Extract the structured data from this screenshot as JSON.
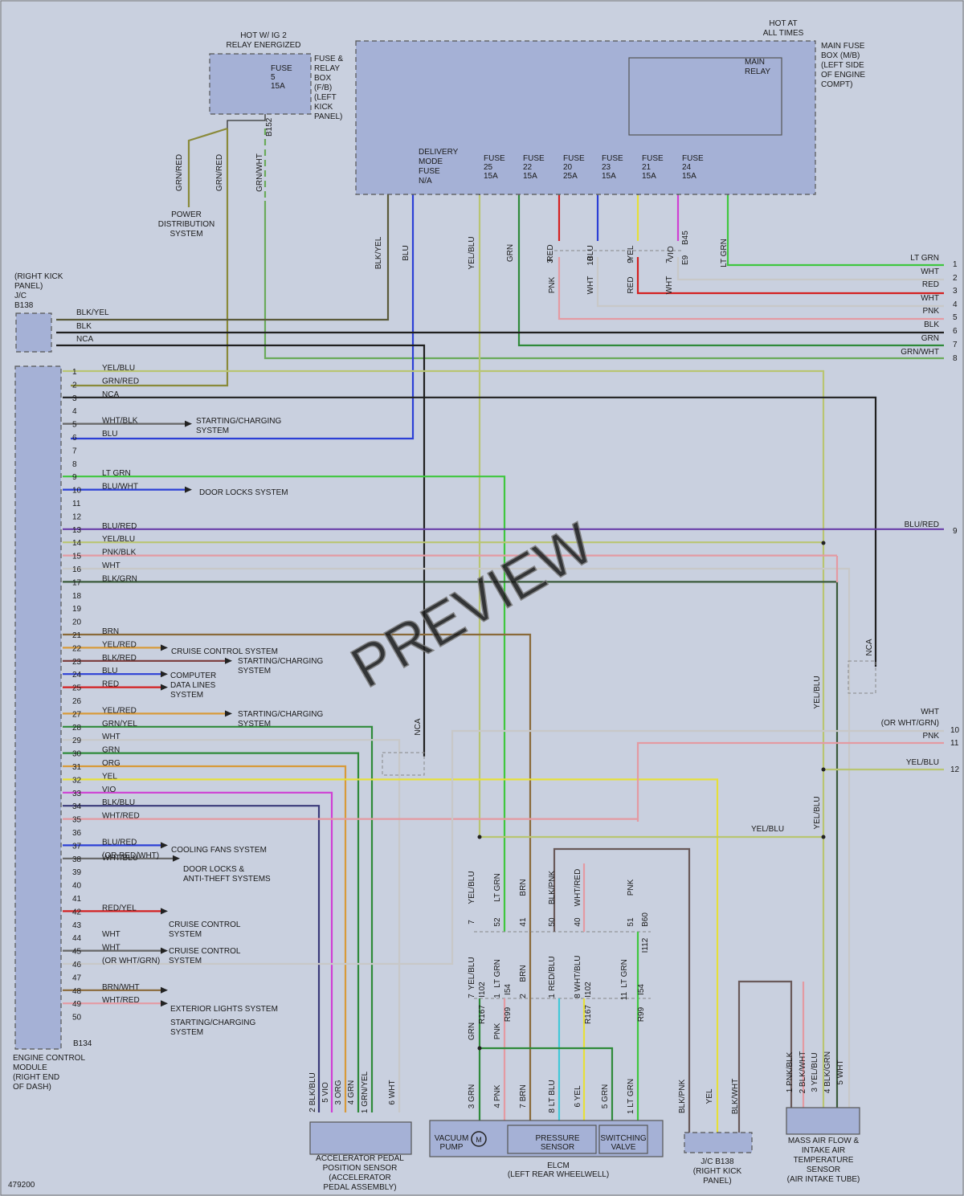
{
  "colors": {
    "LTGRN": "#3fc73f",
    "WHT": "#c8c8c8",
    "RED": "#d42020",
    "PNK": "#e49aa2",
    "BLK": "#202020",
    "GRN": "#2f8a3a",
    "GRNWHT": "#6aaa5a",
    "BLU": "#2c3fd6",
    "YEL": "#e6df3a",
    "YELBLU": "#b9c572",
    "VIO": "#cf3fd4",
    "BLUred": "#6a3fa9",
    "BRN": "#8a6a3a",
    "ORG": "#d89a3a",
    "GRNRED": "#8a8a3a",
    "BLKYEL": "#5a5a3a",
    "BLKRED": "#7a3a3a",
    "BLKBLU": "#3a3a7a",
    "CYAN": "#40c8d8",
    "REDBLU": "#8a3a8a",
    "BLKPNK": "#6a5a5a",
    "BLKGRN": "#3a5a3a"
  },
  "labels": {
    "hot_ig2": "HOT W/ IG 2",
    "relay_energized": "RELAY ENERGIZED",
    "hot_at": "HOT AT",
    "all_times": "ALL TIMES",
    "fb_lines": [
      "FUSE &",
      "RELAY",
      "BOX",
      "(F/B)",
      "(LEFT",
      "KICK",
      "PANEL)"
    ],
    "fuse5": [
      "FUSE",
      "5",
      "15A"
    ],
    "mb_lines": [
      "MAIN FUSE",
      "BOX (M/B)",
      "(LEFT SIDE",
      "OF ENGINE",
      "COMPT)"
    ],
    "main_relay": [
      "MAIN",
      "RELAY"
    ],
    "delivery": [
      "DELIVERY",
      "MODE",
      "FUSE",
      "N/A"
    ],
    "fuses": [
      [
        "FUSE",
        "25",
        "15A"
      ],
      [
        "FUSE",
        "22",
        "15A"
      ],
      [
        "FUSE",
        "20",
        "25A"
      ],
      [
        "FUSE",
        "23",
        "15A"
      ],
      [
        "FUSE",
        "21",
        "15A"
      ],
      [
        "FUSE",
        "24",
        "15A"
      ]
    ],
    "power_dist": [
      "POWER",
      "DISTRIBUTION",
      "SYSTEM"
    ],
    "jc_left": [
      "(RIGHT KICK",
      "PANEL)",
      "J/C",
      "B138"
    ],
    "jc_wires": [
      "BLK/YEL",
      "BLK",
      "NCA"
    ],
    "ecm": [
      "ENGINE CONTROL",
      "MODULE",
      "(RIGHT END",
      "OF DASH)"
    ],
    "b134": "B134",
    "e9": "E9",
    "b45": "B45",
    "b152": "B152",
    "right_pins": [
      [
        "LT GRN",
        "1"
      ],
      [
        "WHT",
        "2"
      ],
      [
        "RED",
        "3"
      ],
      [
        "WHT",
        "4"
      ],
      [
        "PNK",
        "5"
      ],
      [
        "BLK",
        "6"
      ],
      [
        "GRN",
        "7"
      ],
      [
        "GRN/WHT",
        "8"
      ]
    ],
    "blured9": [
      "BLU/RED",
      "9"
    ],
    "wht10": [
      "WHT",
      "(OR WHT/GRN)",
      "10"
    ],
    "pnk11": [
      "PNK",
      "11"
    ],
    "yelblu12": [
      "YEL/BLU",
      "12"
    ],
    "yelblu_mid": "YEL/BLU",
    "pins": [
      {
        "n": "1",
        "w": "YEL/BLU"
      },
      {
        "n": "2",
        "w": "GRN/RED"
      },
      {
        "n": "3",
        "w": "NCA"
      },
      {
        "n": "4",
        "w": ""
      },
      {
        "n": "5",
        "w": "WHT/BLK"
      },
      {
        "n": "6",
        "w": "BLU"
      },
      {
        "n": "7",
        "w": ""
      },
      {
        "n": "8",
        "w": ""
      },
      {
        "n": "9",
        "w": "LT GRN"
      },
      {
        "n": "10",
        "w": "BLU/WHT"
      },
      {
        "n": "11",
        "w": ""
      },
      {
        "n": "12",
        "w": ""
      },
      {
        "n": "13",
        "w": "BLU/RED"
      },
      {
        "n": "14",
        "w": "YEL/BLU"
      },
      {
        "n": "15",
        "w": "PNK/BLK"
      },
      {
        "n": "16",
        "w": "WHT"
      },
      {
        "n": "17",
        "w": "BLK/GRN"
      },
      {
        "n": "18",
        "w": ""
      },
      {
        "n": "19",
        "w": ""
      },
      {
        "n": "20",
        "w": ""
      },
      {
        "n": "21",
        "w": "BRN"
      },
      {
        "n": "22",
        "w": "YEL/RED"
      },
      {
        "n": "23",
        "w": "BLK/RED"
      },
      {
        "n": "24",
        "w": "BLU"
      },
      {
        "n": "25",
        "w": "RED"
      },
      {
        "n": "26",
        "w": ""
      },
      {
        "n": "27",
        "w": "YEL/RED"
      },
      {
        "n": "28",
        "w": "GRN/YEL"
      },
      {
        "n": "29",
        "w": "WHT"
      },
      {
        "n": "30",
        "w": "GRN"
      },
      {
        "n": "31",
        "w": "ORG"
      },
      {
        "n": "32",
        "w": "YEL"
      },
      {
        "n": "33",
        "w": "VIO"
      },
      {
        "n": "34",
        "w": "BLK/BLU"
      },
      {
        "n": "35",
        "w": "WHT/RED"
      },
      {
        "n": "36",
        "w": ""
      },
      {
        "n": "37",
        "w": "BLU/RED"
      },
      {
        "n": "38",
        "w": "(OR RED/WHT)"
      },
      {
        "n": "39",
        "w": ""
      },
      {
        "n": "40",
        "w": ""
      },
      {
        "n": "41",
        "w": ""
      },
      {
        "n": "42",
        "w": "RED/YEL"
      },
      {
        "n": "43",
        "w": ""
      },
      {
        "n": "44",
        "w": "WHT"
      },
      {
        "n": "45",
        "w": "WHT"
      },
      {
        "n": "46",
        "w": "(OR WHT/GRN)"
      },
      {
        "n": "47",
        "w": ""
      },
      {
        "n": "48",
        "w": "BRN/WHT"
      },
      {
        "n": "49",
        "w": "WHT/RED"
      },
      {
        "n": "50",
        "w": ""
      }
    ],
    "wht_blu_37": "WHT/BLU",
    "systems": {
      "starting1": [
        "STARTING/CHARGING",
        "SYSTEM"
      ],
      "doorlocks": [
        "DOOR LOCKS SYSTEM"
      ],
      "cruise1": [
        "CRUISE CONTROL SYSTEM"
      ],
      "starting2": [
        "STARTING/CHARGING",
        "SYSTEM"
      ],
      "computer": [
        "COMPUTER",
        "DATA LINES",
        "SYSTEM"
      ],
      "starting3": [
        "STARTING/CHARGING",
        "SYSTEM"
      ],
      "cooling": [
        "COOLING FANS SYSTEM"
      ],
      "doorlocks2": [
        "DOOR LOCKS &",
        "ANTI-THEFT SYSTEMS"
      ],
      "cruise2": [
        "CRUISE CONTROL",
        "SYSTEM"
      ],
      "cruise3": [
        "CRUISE CONTROL",
        "SYSTEM"
      ],
      "exterior": [
        "EXTERIOR LIGHTS SYSTEM"
      ],
      "starting4": [
        "STARTING/CHARGING",
        "SYSTEM"
      ]
    },
    "vert_top": [
      "GRN/RED",
      "GRN/RED",
      "GRN/WHT",
      "BLK/YEL",
      "BLU",
      "YEL/BLU",
      "GRN",
      "RED",
      "BLU",
      "YEL",
      "VIO",
      "LT GRN"
    ],
    "vert_mid": [
      "PNK",
      "WHT",
      "RED",
      "WHT"
    ],
    "mid_pins": [
      "3",
      "10",
      "9",
      "7"
    ],
    "nca": "NCA",
    "elcm_upper": [
      "YEL/BLU",
      "LT GRN",
      "BRN",
      "BLK/PNK",
      "WHT/RED",
      "PNK"
    ],
    "elcm_upper_pins": [
      "7",
      "52",
      "41",
      "50",
      "40",
      "51"
    ],
    "b60": "B60",
    "i112": "I112",
    "elcm_lower": [
      "YEL/BLU",
      "LT GRN",
      "BRN",
      "RED/BLU",
      "WHT/BLU",
      "LT GRN"
    ],
    "elcm_lower_pins": [
      "7",
      "1",
      "2",
      "1",
      "8",
      "11"
    ],
    "conn_lower": [
      "I102",
      "I54",
      "",
      "",
      "I102",
      "I54"
    ],
    "conn_lower2": [
      "R167",
      "R99",
      "",
      "",
      "R167",
      "R99"
    ],
    "elcm_bottom": [
      "GRN",
      "PNK"
    ],
    "elcm_pins": [
      "3 GRN",
      "4 PNK",
      "7 BRN",
      "8 LT BLU",
      "6 YEL",
      "5 GRN",
      "1 LT GRN"
    ],
    "app_pins": [
      "2 BLK/BLU",
      "5 VIO",
      "3 ORG",
      "4 GRN",
      "1 GRN/YEL",
      "6 WHT"
    ],
    "app": [
      "ACCELERATOR PEDAL",
      "POSITION SENSOR",
      "(ACCELERATOR",
      "PEDAL ASSEMBLY)"
    ],
    "vacuum": [
      "VACUUM",
      "PUMP"
    ],
    "pressure": [
      "PRESSURE",
      "SENSOR"
    ],
    "switching": [
      "SWITCHING",
      "VALVE"
    ],
    "elcm": [
      "ELCM",
      "(LEFT REAR WHEELWELL)"
    ],
    "jcb138": [
      "J/C B138",
      "(RIGHT KICK",
      "PANEL)"
    ],
    "jc_wires2": [
      "BLK/PNK",
      "YEL",
      "BLK/WHT"
    ],
    "maf_pins": [
      "1 PNK/BLK",
      "2 BLK/WHT",
      "3 YEL/BLU",
      "4 BLK/GRN",
      "5 WHT"
    ],
    "maf": [
      "MASS AIR FLOW &",
      "INTAKE AIR",
      "TEMPERATURE",
      "SENSOR",
      "(AIR INTAKE TUBE)"
    ],
    "doc_id": "479200",
    "watermark": "PREVIEW"
  }
}
